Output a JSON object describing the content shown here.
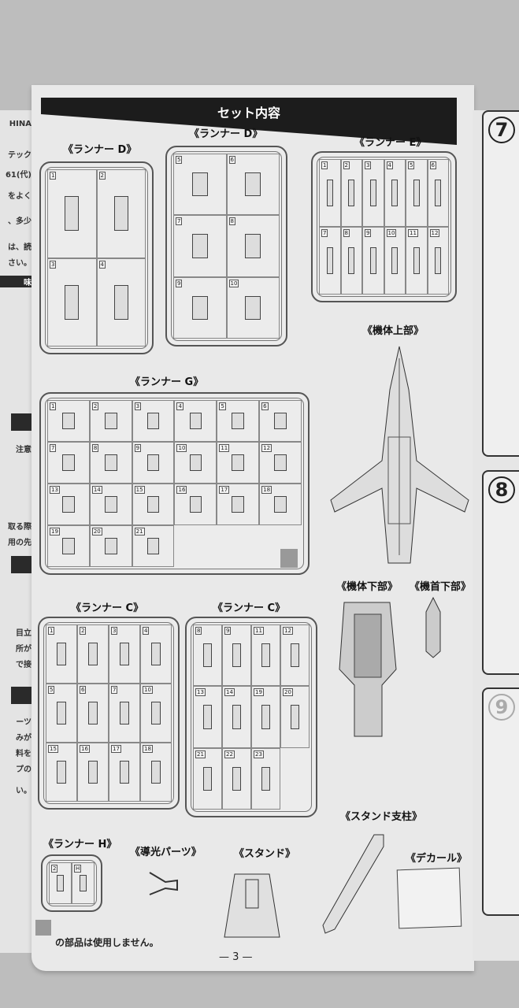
{
  "left_page": {
    "fragments": [
      "HINA",
      "テック",
      "61(代)",
      "をよく",
      "、多少",
      "は、読",
      "さい。",
      "味",
      "注意",
      "取る際",
      "用の先",
      "目立",
      "所が",
      "で接",
      "ーツ",
      "みが",
      "料を",
      "プの",
      "い。"
    ]
  },
  "header": {
    "title": "セット内容"
  },
  "runners": {
    "d_left": {
      "label": "《ランナー D》",
      "parts": [
        "1",
        "2",
        "3",
        "4"
      ]
    },
    "d_right": {
      "label": "《ランナー D》",
      "parts": [
        "5",
        "6",
        "7",
        "8",
        "9",
        "10"
      ]
    },
    "e": {
      "label": "《ランナー E》",
      "parts": [
        "1",
        "2",
        "3",
        "4",
        "5",
        "6",
        "7",
        "8",
        "9",
        "10",
        "11",
        "12"
      ]
    },
    "g": {
      "label": "《ランナー G》",
      "parts": [
        "1",
        "2",
        "3",
        "4",
        "5",
        "6",
        "7",
        "8",
        "9",
        "10",
        "11",
        "12",
        "13",
        "14",
        "15",
        "16",
        "17",
        "18",
        "19",
        "20",
        "21"
      ]
    },
    "c_left": {
      "label": "《ランナー C》",
      "parts": [
        "1",
        "2",
        "3",
        "4",
        "5",
        "6",
        "7",
        "10",
        "15",
        "16",
        "17",
        "18"
      ]
    },
    "c_right": {
      "label": "《ランナー C》",
      "parts": [
        "8",
        "9",
        "11",
        "12",
        "13",
        "14",
        "19",
        "20",
        "21",
        "22",
        "23"
      ]
    },
    "h": {
      "label": "《ランナー H》",
      "parts": [
        "2",
        "H"
      ]
    }
  },
  "assemblies": {
    "upper_body": "《機体上部》",
    "lower_body": "《機体下部》",
    "nose_lower": "《機首下部》",
    "light_parts": "《導光パーツ》",
    "stand": "《スタンド》",
    "stand_pillar": "《スタンド支柱》",
    "decal": "《デカール》"
  },
  "footer": {
    "unused_note": "の部品は使用しません。",
    "page_number": "— 3 —"
  },
  "right_page": {
    "steps": [
      "7",
      "8",
      "9"
    ]
  }
}
